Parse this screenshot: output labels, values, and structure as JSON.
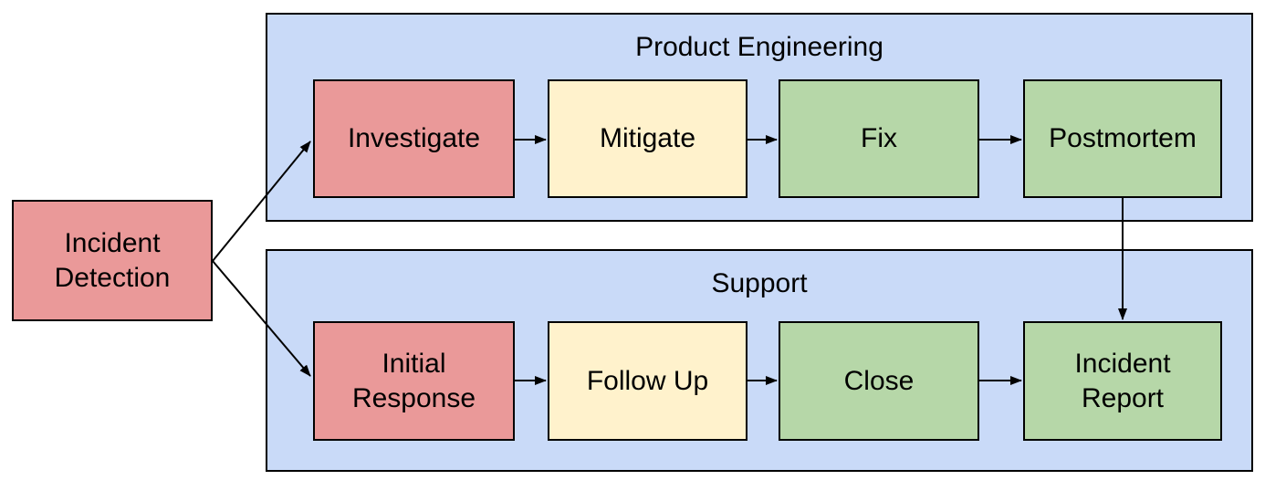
{
  "lanes": [
    {
      "id": "product-engineering",
      "title": "Product Engineering",
      "fill": "#C9DAF8"
    },
    {
      "id": "support",
      "title": "Support",
      "fill": "#C9DAF8"
    }
  ],
  "nodes": {
    "incident_detection": {
      "label": "Incident\nDetection",
      "color": "#EA9999",
      "lane": null
    },
    "investigate": {
      "label": "Investigate",
      "color": "#EA9999",
      "lane": "product-engineering"
    },
    "mitigate": {
      "label": "Mitigate",
      "color": "#FFF2CC",
      "lane": "product-engineering"
    },
    "fix": {
      "label": "Fix",
      "color": "#B6D7A8",
      "lane": "product-engineering"
    },
    "postmortem": {
      "label": "Postmortem",
      "color": "#B6D7A8",
      "lane": "product-engineering"
    },
    "initial_response": {
      "label": "Initial\nResponse",
      "color": "#EA9999",
      "lane": "support"
    },
    "follow_up": {
      "label": "Follow Up",
      "color": "#FFF2CC",
      "lane": "support"
    },
    "close": {
      "label": "Close",
      "color": "#B6D7A8",
      "lane": "support"
    },
    "incident_report": {
      "label": "Incident\nReport",
      "color": "#B6D7A8",
      "lane": "support"
    }
  },
  "edges": [
    {
      "from": "incident_detection",
      "to": "investigate"
    },
    {
      "from": "incident_detection",
      "to": "initial_response"
    },
    {
      "from": "investigate",
      "to": "mitigate"
    },
    {
      "from": "mitigate",
      "to": "fix"
    },
    {
      "from": "fix",
      "to": "postmortem"
    },
    {
      "from": "postmortem",
      "to": "incident_report"
    },
    {
      "from": "initial_response",
      "to": "follow_up"
    },
    {
      "from": "follow_up",
      "to": "close"
    },
    {
      "from": "close",
      "to": "incident_report"
    }
  ],
  "colors": {
    "lane_fill": "#C9DAF8",
    "stage_red": "#EA9999",
    "stage_yellow": "#FFF2CC",
    "stage_green": "#B6D7A8",
    "border": "#000000",
    "background": "#FFFFFF"
  }
}
